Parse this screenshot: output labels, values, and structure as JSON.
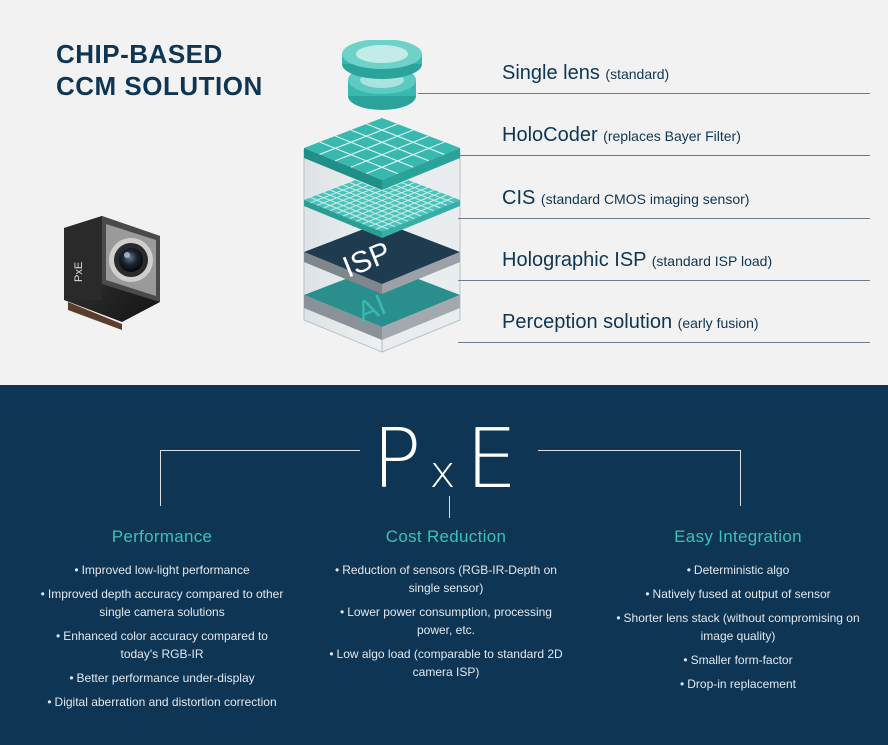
{
  "title": {
    "line1": "CHIP-BASED",
    "line2": "CCM SOLUTION"
  },
  "diagram": {
    "isp_text": "ISP",
    "ai_text": "AI"
  },
  "layers": [
    {
      "name": "Single lens",
      "note": "(standard)"
    },
    {
      "name": "HoloCoder",
      "note": "(replaces Bayer Filter)"
    },
    {
      "name": "CIS",
      "note": "(standard CMOS imaging sensor)"
    },
    {
      "name": "Holographic ISP",
      "note": "(standard ISP load)"
    },
    {
      "name": "Perception solution",
      "note": "(early fusion)"
    }
  ],
  "logo": {
    "p": "P",
    "x": "x",
    "e": "E",
    "module_text": "PxE"
  },
  "columns": [
    {
      "heading": "Performance",
      "items": [
        "Improved low-light performance",
        "Improved depth accuracy compared to other single camera solutions",
        "Enhanced color accuracy compared to today's RGB-IR",
        "Better performance under-display",
        "Digital aberration and distortion correction"
      ]
    },
    {
      "heading": "Cost Reduction",
      "items": [
        "Reduction of sensors (RGB-IR-Depth on single sensor)",
        "Lower power consumption, processing power, etc.",
        "Low algo load (comparable to standard 2D camera ISP)"
      ]
    },
    {
      "heading": "Easy Integration",
      "items": [
        "Deterministic algo",
        "Natively fused at output of sensor",
        "Shorter lens stack (without compromising on image quality)",
        "Smaller form-factor",
        "Drop-in replacement"
      ]
    }
  ],
  "colors": {
    "navy": "#0e3553",
    "teal": "#3cc2b5",
    "background": "#f2f2f2"
  }
}
